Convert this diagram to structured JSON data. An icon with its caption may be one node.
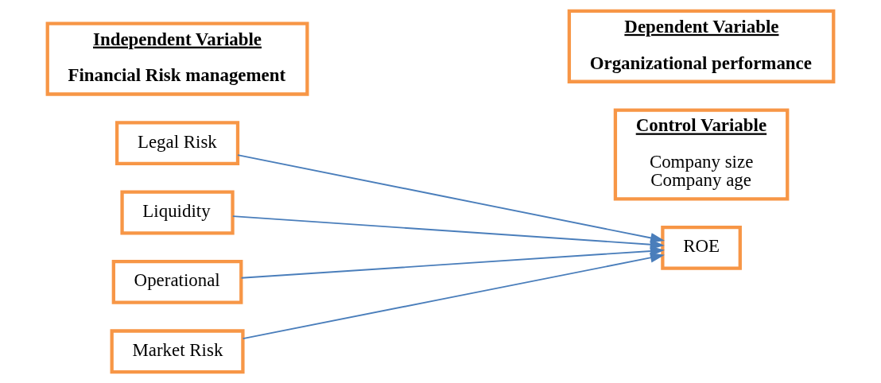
{
  "diagram": {
    "nodes": [
      {
        "text": [
          "Independent Variable",
          "Financial Risk management"
        ]
      },
      {
        "text": [
          "Dependent Variable",
          "Organizational performance"
        ]
      },
      {
        "text": [
          "Market Risk"
        ]
      },
      {
        "text": [
          "Operational"
        ]
      },
      {
        "text": [
          "Liquidity"
        ]
      },
      {
        "text": [
          "Legal Risk"
        ]
      },
      {
        "text": [
          "ROE"
        ]
      },
      {
        "text": [
          "Control Variable",
          "Company size",
          "Company age"
        ]
      }
    ],
    "edges": [
      {
        "from": 2,
        "to": 6,
        "arrow": "to"
      },
      {
        "from": 3,
        "to": 6,
        "arrow": "to"
      },
      {
        "from": 4,
        "to": 6,
        "arrow": "to"
      },
      {
        "from": 5,
        "to": 6,
        "arrow": "to"
      }
    ]
  }
}
